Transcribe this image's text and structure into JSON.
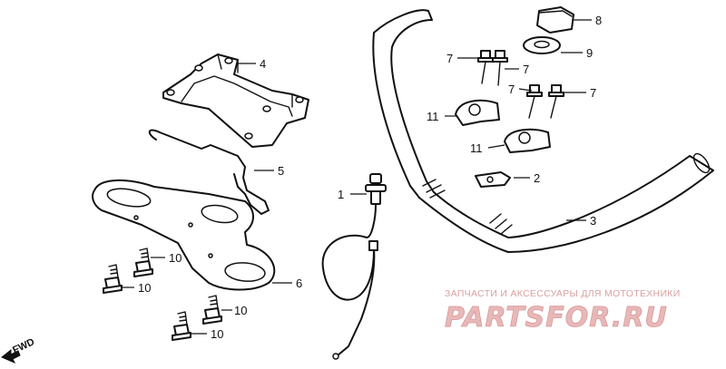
{
  "callouts": {
    "c1": "1",
    "c2": "2",
    "c3": "3",
    "c4": "4",
    "c5": "5",
    "c6": "6",
    "c7a": "7",
    "c7b": "7",
    "c7c": "7",
    "c7d": "7",
    "c8": "8",
    "c9": "9",
    "c10a": "10",
    "c10b": "10",
    "c10c": "10",
    "c10d": "10",
    "c11a": "11",
    "c11b": "11"
  },
  "watermark": {
    "tagline": "ЗАПЧАСТИ И АКСЕССУАРЫ ДЛЯ МОТОТЕХНИКИ",
    "brand": "PARTSFOR.RU"
  },
  "direction_label": "FWD",
  "colors": {
    "ink": "#111111",
    "watermark": "#e8b8b8",
    "background": "#ffffff"
  },
  "icons": {
    "direction": "arrow-left-icon"
  }
}
